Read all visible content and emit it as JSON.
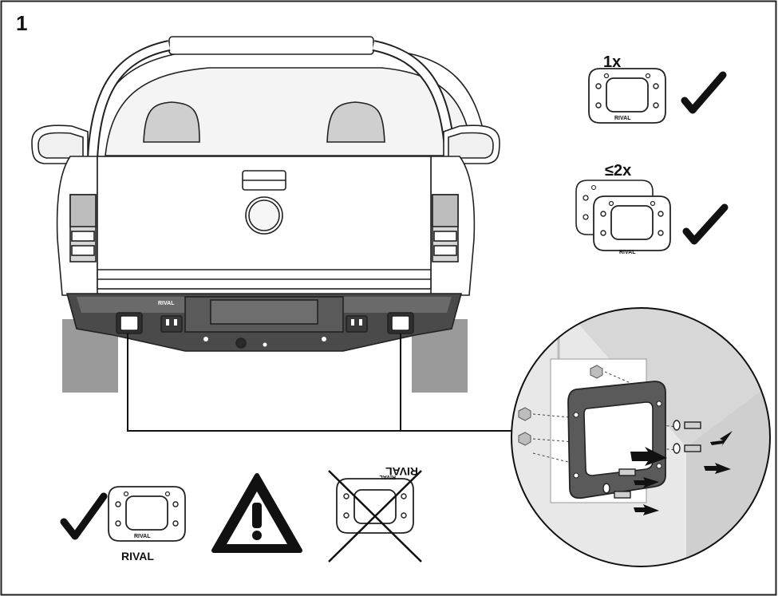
{
  "step": {
    "number": "1"
  },
  "brand": {
    "name": "RIVAL"
  },
  "options": {
    "single": {
      "count": "1x"
    },
    "stack": {
      "count": "≤2x"
    }
  },
  "colors": {
    "line": "#1a1a1a",
    "bumper": "#4a4a4a",
    "panel_dark": "#9a9a9a",
    "panel_light": "#d9d9d9",
    "check": "#111111"
  }
}
